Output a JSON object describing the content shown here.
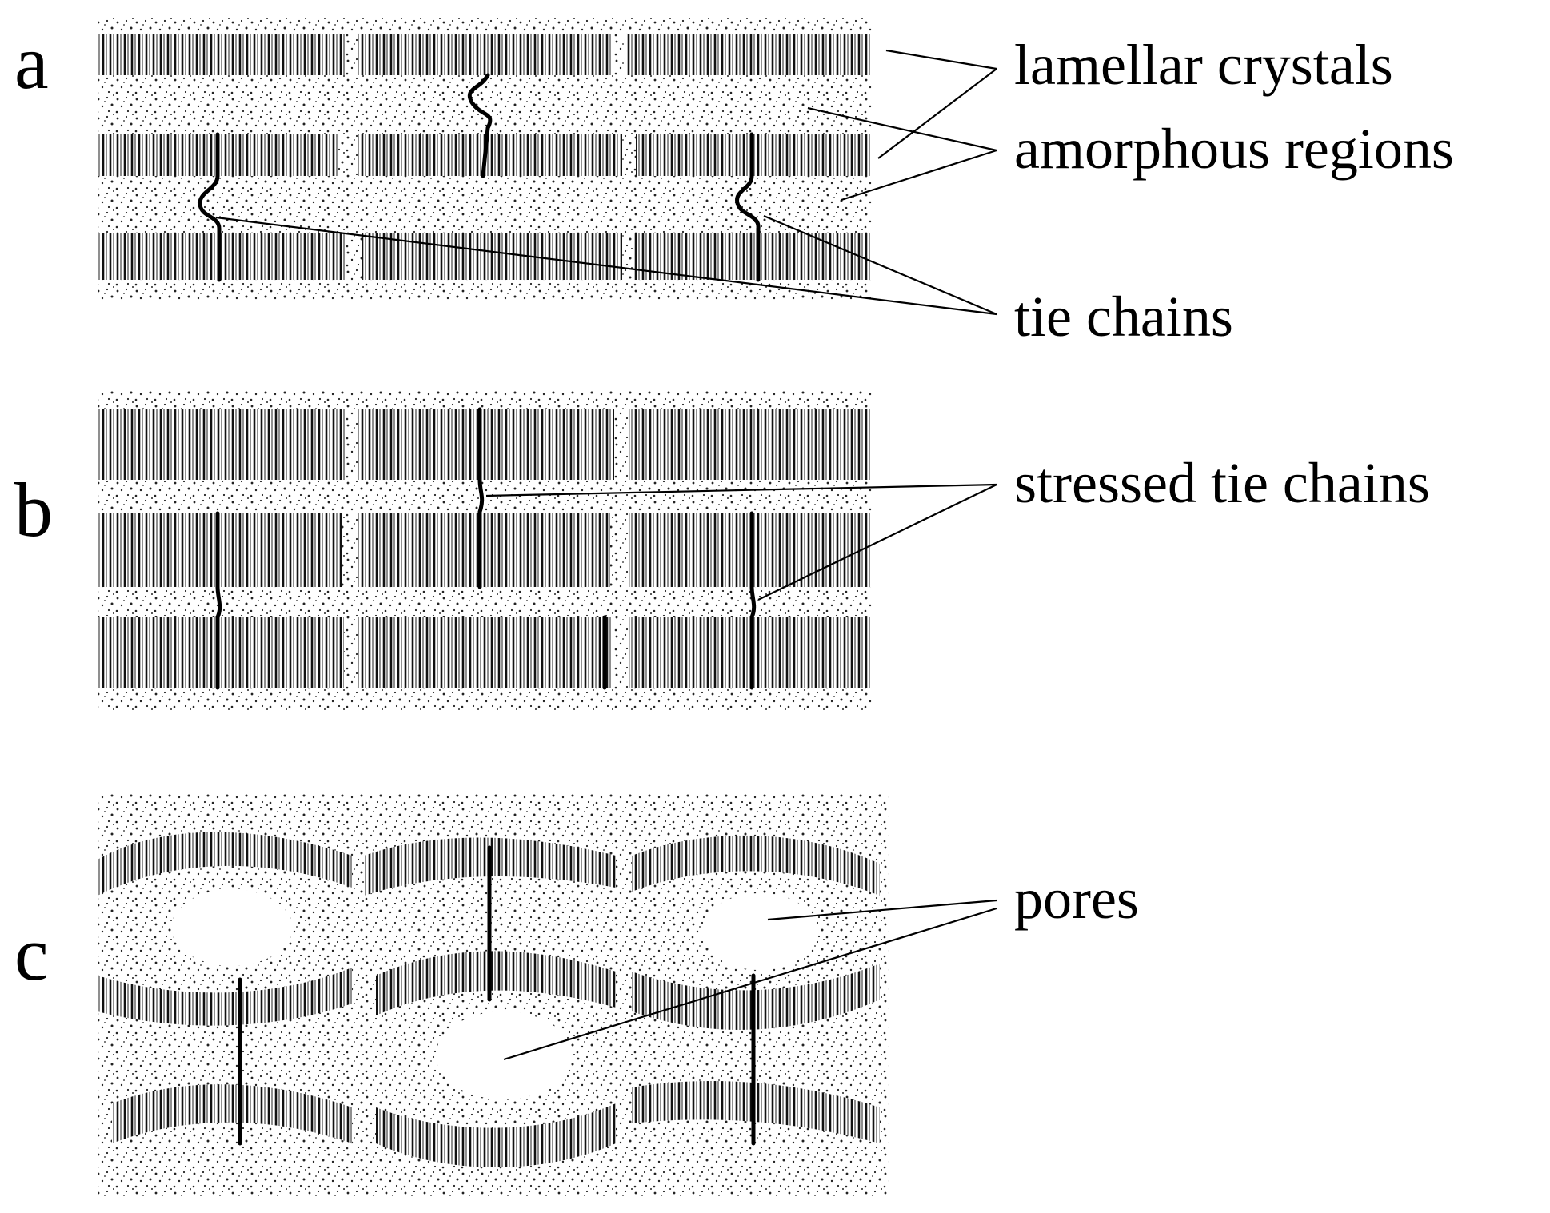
{
  "panels": {
    "a": {
      "letter": "a"
    },
    "b": {
      "letter": "b"
    },
    "c": {
      "letter": "c"
    }
  },
  "labels": {
    "lamellar_crystals": "lamellar crystals",
    "amorphous_regions": "amorphous regions",
    "tie_chains": "tie chains",
    "stressed_tie_chains": "stressed tie chains",
    "pores": "pores"
  },
  "colors": {
    "ink": "#000000",
    "background": "#ffffff",
    "stipple": "#222222"
  }
}
